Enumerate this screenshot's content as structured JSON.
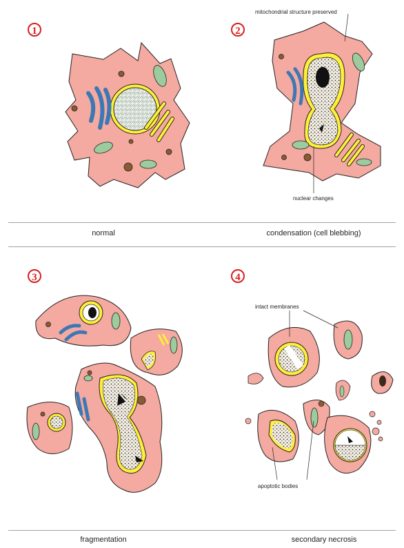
{
  "panels": [
    {
      "number": "1",
      "caption": "normal"
    },
    {
      "number": "2",
      "caption": "condensation  (cell blebbing)"
    },
    {
      "number": "3",
      "caption": "fragmentation"
    },
    {
      "number": "4",
      "caption": "secondary necrosis"
    }
  ],
  "annotations": {
    "mitochondrial": "mitochondrial  structure preserved",
    "nuclear": "nuclear  changes",
    "intact_membranes": "intact  membranes",
    "apoptotic_bodies": "apoptotic   bodies"
  },
  "colors": {
    "cytoplasm": "#f4a9a1",
    "nucleus_ring": "#ffef3a",
    "er_blue": "#3c78b4",
    "mito_green": "#9ccc9e",
    "number_red": "#d81e1e"
  }
}
